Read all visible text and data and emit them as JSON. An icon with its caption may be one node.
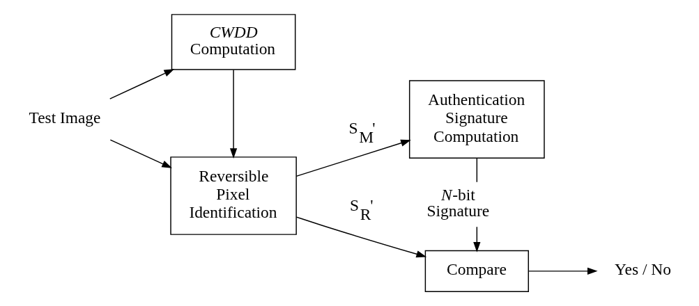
{
  "diagram": {
    "nodes": [
      {
        "text": [
          "Test Image"
        ]
      },
      {
        "text": [
          "*CWDD* Computation"
        ]
      },
      {
        "text": [
          "Reversible Pixel Identification"
        ]
      },
      {
        "text": [
          "Compare"
        ]
      },
      {
        "text": [
          "Authentication Signature Computation"
        ]
      },
      {
        "text": [
          "Yes / No"
        ]
      }
    ],
    "edges": [
      {
        "from": 0,
        "to": 1,
        "arrow": "to"
      },
      {
        "from": 0,
        "to": 2,
        "arrow": "to"
      },
      {
        "from": 1,
        "to": 2,
        "arrow": "to"
      },
      {
        "from": 2,
        "to": 3,
        "arrow": "to",
        "label": "S$_{R}$'"
      },
      {
        "from": 2,
        "to": 4,
        "arrow": "to",
        "label": "S$_{M}$'"
      },
      {
        "from": 4,
        "to": 3,
        "arrow": "to",
        "label": "*N*-bit Signature"
      },
      {
        "from": 3,
        "to": 5,
        "arrow": "to"
      }
    ]
  }
}
